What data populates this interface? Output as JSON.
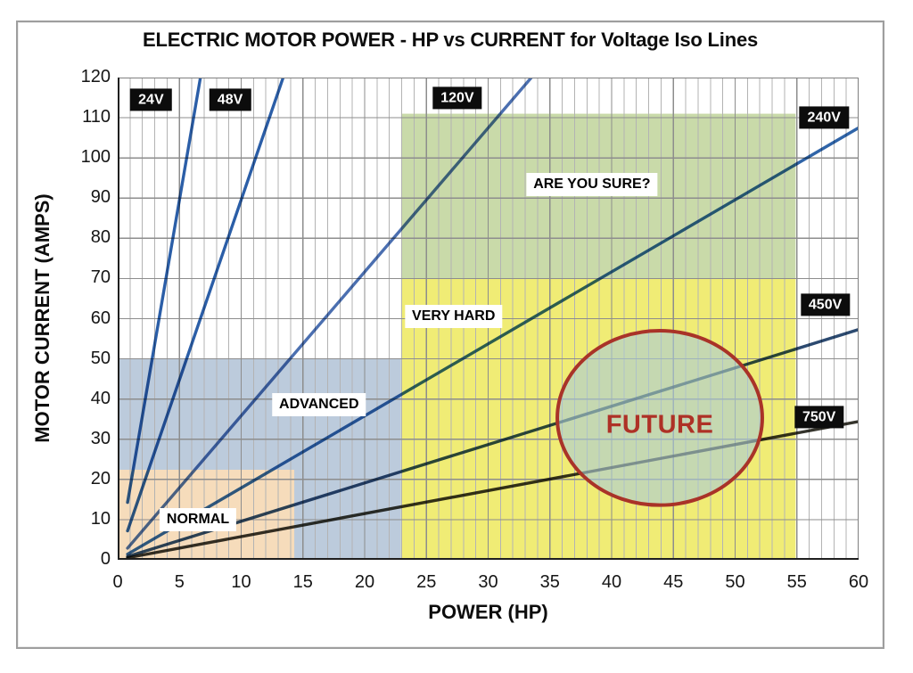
{
  "page": {
    "title": "ELECTRIC MOTOR POWER - HP vs CURRENT for Voltage Iso Lines"
  },
  "chart_data": {
    "type": "line",
    "title": "ELECTRIC MOTOR POWER - HP vs CURRENT for Voltage Iso Lines",
    "xlabel": "POWER (HP)",
    "ylabel": "MOTOR CURRENT (AMPS)",
    "xlim": [
      0,
      60
    ],
    "ylim": [
      0,
      120
    ],
    "xticks": [
      0,
      5,
      10,
      15,
      20,
      25,
      30,
      35,
      40,
      45,
      50,
      55,
      60
    ],
    "yticks": [
      0,
      10,
      20,
      30,
      40,
      50,
      60,
      70,
      80,
      90,
      100,
      110,
      120
    ],
    "grid": "horizontal every 10 A; vertical minor every 1 HP, major every 5 HP",
    "legend_position": "labels on lines",
    "relationship": "I = ~430 * HP / V (voltage iso lines, clipped at 120 A)",
    "series": [
      {
        "name": "24V",
        "points": [
          [
            0.8,
            14.3
          ],
          [
            6.7,
            120
          ]
        ],
        "color": "#2b5ea7",
        "label_at": [
          2.7,
          114.5
        ]
      },
      {
        "name": "48V",
        "points": [
          [
            0.8,
            7.2
          ],
          [
            13.4,
            120
          ]
        ],
        "color": "#2b5ea7",
        "label_at": [
          9.1,
          114.5
        ]
      },
      {
        "name": "120V",
        "points": [
          [
            0.8,
            2.9
          ],
          [
            33.5,
            120
          ]
        ],
        "color": "#4b6fb0",
        "label_at": [
          27.5,
          115
        ]
      },
      {
        "name": "240V",
        "points": [
          [
            0.8,
            1.4
          ],
          [
            60,
            107.5
          ]
        ],
        "color": "#2f64a8",
        "label_at": [
          57.2,
          110
        ]
      },
      {
        "name": "450V",
        "points": [
          [
            0.8,
            0.8
          ],
          [
            60,
            57.3
          ]
        ],
        "color": "#2c4a70",
        "label_at": [
          57.3,
          63.4
        ]
      },
      {
        "name": "750V",
        "points": [
          [
            0.8,
            0.5
          ],
          [
            60,
            34.4
          ]
        ],
        "color": "#35342c",
        "label_at": [
          56.8,
          35.5
        ]
      }
    ],
    "regions": [
      {
        "name": "ADVANCED",
        "shape": "rect",
        "hp": [
          0,
          22.95
        ],
        "amps": [
          0,
          50
        ],
        "fill": "#bccbdc",
        "label_at": [
          16.3,
          38.5
        ]
      },
      {
        "name": "NORMAL",
        "shape": "rect",
        "hp": [
          0,
          14.3
        ],
        "amps": [
          0,
          22.4
        ],
        "fill": "#f6dcbb",
        "label_at": [
          6.5,
          10
        ]
      },
      {
        "name": "VERY HARD",
        "shape": "rect",
        "hp": [
          22.95,
          54.9
        ],
        "amps": [
          0,
          70
        ],
        "fill": "#f0ec75",
        "label_at": [
          27.2,
          60.5
        ]
      },
      {
        "name": "ARE YOU SURE?",
        "shape": "rect",
        "hp": [
          22.95,
          54.9
        ],
        "amps": [
          70,
          111
        ],
        "fill": "#c9daa9",
        "label_at": [
          38.4,
          93.3
        ]
      },
      {
        "name": "FUTURE",
        "shape": "ellipse",
        "center": [
          43.9,
          35.3
        ],
        "rx_hp": 8.3,
        "ry_amps": 21.7,
        "fill": "#abccd6",
        "fill_opacity": 0.62,
        "stroke": "#a93328",
        "label_color": "#ae3126",
        "label_at": [
          43.9,
          33.6
        ]
      }
    ],
    "colors": {
      "frame_border": "#9e9e9e",
      "grid_major": "#8d8d8d",
      "grid_minor": "#b3b3b3",
      "axis": "#1f1f1f",
      "plot_border": "#808080",
      "future_stroke": "#a93328",
      "future_text": "#ae3126",
      "voltage_tag_bg": "#0c0c0c",
      "voltage_tag_text": "#ffffff"
    }
  }
}
